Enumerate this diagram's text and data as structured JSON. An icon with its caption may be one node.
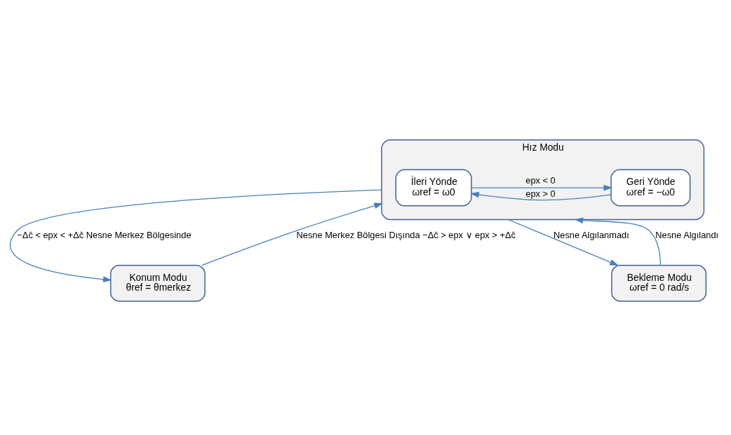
{
  "diagram": {
    "nodes": [
      {
        "text": [
          "Hız Modu"
        ]
      },
      {
        "text": [
          "İleri Yönde",
          "ωref = ω0"
        ],
        "in": 0
      },
      {
        "text": [
          "Geri Yönde",
          "ωref = −ω0"
        ],
        "in": 0
      },
      {
        "text": [
          "Konum Modu",
          "θref = θmerkez"
        ]
      },
      {
        "text": [
          "Bekleme Modu",
          "ωref = 0 rad/s"
        ]
      }
    ],
    "edges": [
      {
        "from": 1,
        "to": 2,
        "arrow": "to",
        "label": "epx < 0"
      },
      {
        "from": 2,
        "to": 1,
        "arrow": "to",
        "label": "epx > 0"
      },
      {
        "from": 0,
        "to": 3,
        "arrow": "to",
        "label": "−Δc̄ < epx < +Δc̄ Nesne Merkez Bölgesinde"
      },
      {
        "from": 3,
        "to": 0,
        "arrow": "to",
        "label": "Nesne Merkez Bölgesi Dışında −Δc̄ > epx ∨ epx > +Δc̄"
      },
      {
        "from": 0,
        "to": 4,
        "arrow": "to",
        "label": "Nesne Algılanmadı"
      },
      {
        "from": 4,
        "to": 0,
        "arrow": "to",
        "label": "Nesne Algılandı"
      }
    ]
  }
}
